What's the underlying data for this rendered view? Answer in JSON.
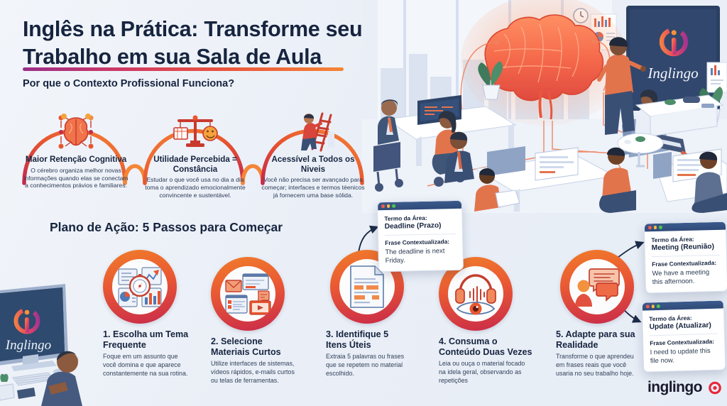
{
  "header": {
    "title": "Inglês na Prática: Transforme seu Trabalho em sua Sala de Aula",
    "subtitle": "Por que o Contexto Profissional Funciona?",
    "rule_gradient": [
      "#9b2f8a",
      "#d03a63",
      "#e8543f",
      "#f58536"
    ]
  },
  "benefits": [
    {
      "icon": "brain-network-icon",
      "title": "Maior Retenção Cognitiva",
      "desc": "O cérebro organiza melhor novas informações quando elas se conectam a conhecimentos právios e familiares."
    },
    {
      "icon": "balance-scale-icon",
      "title": "Utilidade Percebida = Constância",
      "desc": "Estudar o que você usa no dia a dia toma o aprendizado emocionalmente convincente e sustentável."
    },
    {
      "icon": "ladder-climb-icon",
      "title": "Acessível a Todos os Niveis",
      "desc": "Você não precisa ser avançado para começar; interfaces e termos téenicos já fornecem uma base sólida."
    }
  ],
  "plan": {
    "heading": "Plano de Ação: 5 Passos para Começar",
    "steps": [
      {
        "icon": "compass-documents-icon",
        "title": "1. Escolha um Tema Frequente",
        "desc": "Foque em um assunto que você domina e que aparece constantemente na sua rotina."
      },
      {
        "icon": "email-video-chat-icon",
        "title": "2. Selecione Materiais Curtos",
        "desc": "Utilize interfaces de sistemas, vídeos rápidos, e-mails curtos ou telas de ferramentas."
      },
      {
        "icon": "highlighted-document-icon",
        "title": "3. Identifique 5 Itens Úteis",
        "desc": "Extraia 5 palavras ou frases que se repetem no material escolhido."
      },
      {
        "icon": "headphones-eye-icon",
        "title": "4. Consuma o Conteúdo Duas Vezes",
        "desc": "Leia ou ouça o material focado na idela geral, observando as repetições"
      },
      {
        "icon": "person-speech-bubbles-icon",
        "title": "5. Adapte para sua Realidade",
        "desc": "Transforme o que aprendeu em frases reais que você usaria no seu trabalho hoje."
      }
    ]
  },
  "popups": [
    {
      "term_label": "Termo da Área:",
      "term": "Deadline (Prazo)",
      "phrase_label": "Frase Contextualizada:",
      "phrase": "The deadline is next Friday."
    },
    {
      "term_label": "Termo da Área:",
      "term": "Meeting (Reunião)",
      "phrase_label": "Frase Contextualizada:",
      "phrase": "We have a meeting this afternoon."
    },
    {
      "term_label": "Termo da Área:",
      "term": "Update (Atualizar)",
      "phrase_label": "Frase Contextualizada:",
      "phrase": "I need to update this file now."
    }
  ],
  "brand": {
    "name": "inglingo",
    "screen_name": "Inglingo",
    "desk_name": "Inglingo",
    "logo_icon": "inglingo-circle-i-logo",
    "accent_orange": "#f58536",
    "accent_red": "#c92a4a",
    "accent_purple": "#8b2fa0",
    "ink": "#16243f"
  },
  "window_dots": [
    "#f05a4f",
    "#f6bd3b",
    "#4fc24f"
  ]
}
